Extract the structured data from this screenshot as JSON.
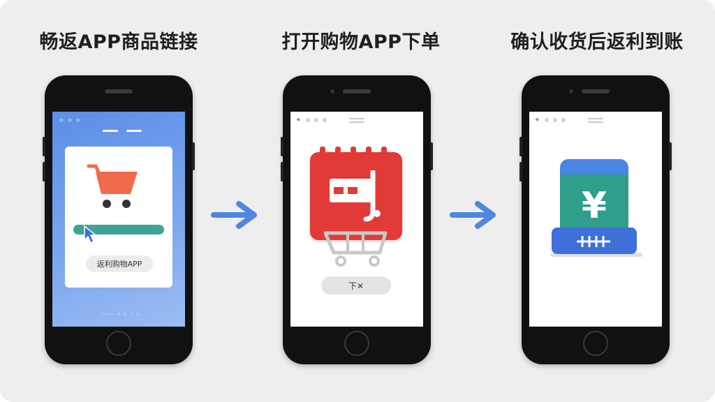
{
  "steps": [
    {
      "title": "畅返APP商品链接",
      "button_label": "返利购物APP"
    },
    {
      "title": "打开购物APP下单",
      "button_label": "下✕"
    },
    {
      "title": "确认收货后返利到账",
      "symbol": "¥"
    }
  ],
  "colors": {
    "accent_blue": "#5b8fe6",
    "arrow_blue": "#4f86e0",
    "cart_orange": "#f06a4c",
    "link_teal": "#3fa29a",
    "app_red": "#e23a36",
    "wallet_teal": "#2f9e8a",
    "wallet_blue": "#3f6fd8"
  },
  "icons": [
    "shopping-cart-icon",
    "cursor-icon",
    "store-icon",
    "cart-icon",
    "yen-coin-icon",
    "arrow-right-icon"
  ]
}
